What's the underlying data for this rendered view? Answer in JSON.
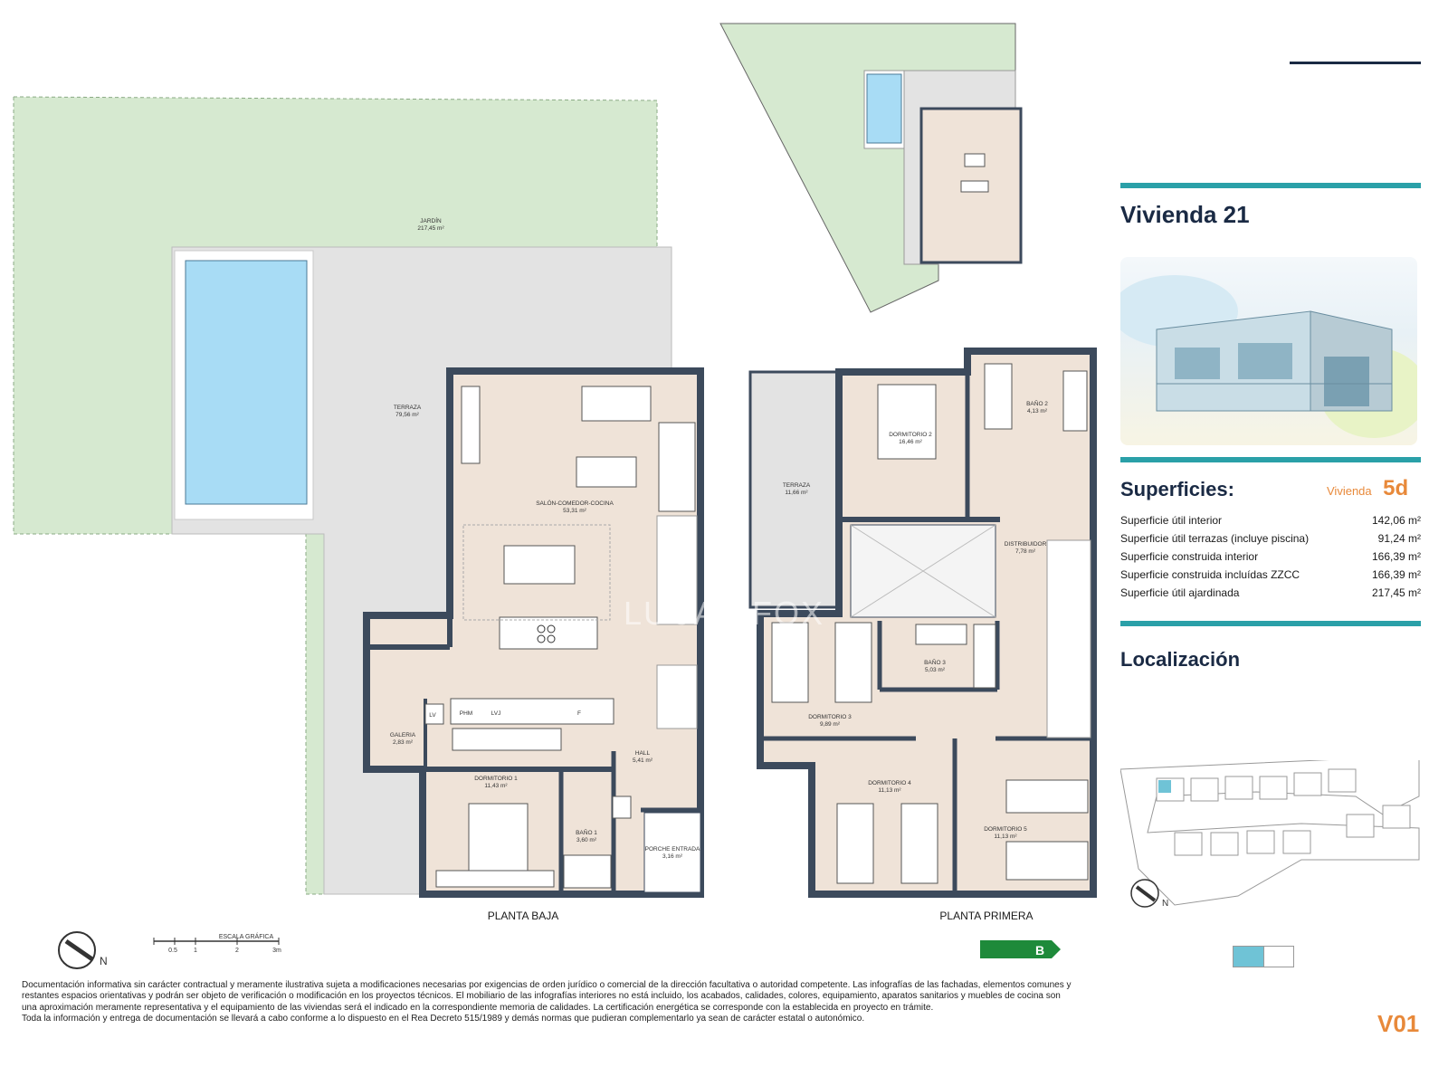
{
  "floor_plans": {
    "ground_label": "PLANTA BAJA",
    "first_label": "PLANTA PRIMERA",
    "rooms_ground": [
      {
        "name": "JARDÍN",
        "area": "217,45 m²"
      },
      {
        "name": "TERRAZA",
        "area": "79,56 m²"
      },
      {
        "name": "SALÓN-COMEDOR-COCINA",
        "area": "53,31 m²"
      },
      {
        "name": "GALERIA",
        "area": "2,83 m²"
      },
      {
        "name": "DORMITORIO 1",
        "area": "11,43 m²"
      },
      {
        "name": "BAÑO 1",
        "area": "3,60 m²"
      },
      {
        "name": "HALL",
        "area": "5,41 m²"
      },
      {
        "name": "PORCHE ENTRADA",
        "area": "3,16 m²"
      }
    ],
    "rooms_first": [
      {
        "name": "TERRAZA",
        "area": "11,66 m²"
      },
      {
        "name": "DORMITORIO 2",
        "area": "16,46 m²"
      },
      {
        "name": "BAÑO 2",
        "area": "4,13 m²"
      },
      {
        "name": "DISTRIBUIDOR",
        "area": "7,78 m²"
      },
      {
        "name": "BAÑO 3",
        "area": "5,03 m²"
      },
      {
        "name": "DORMITORIO 3",
        "area": "9,89 m²"
      },
      {
        "name": "DORMITORIO 4",
        "area": "11,13 m²"
      },
      {
        "name": "DORMITORIO 5",
        "area": "11,13 m²"
      }
    ],
    "appliances": [
      "LV",
      "PHM",
      "LVJ",
      "F"
    ]
  },
  "scale": {
    "title": "ESCALA GRÁFICA",
    "ticks": [
      "0.5",
      "1",
      "2",
      "3m"
    ]
  },
  "north_label": "N",
  "energy_rating": "B",
  "watermark": "LUCAS FOX",
  "panel": {
    "title": "Vivienda 21",
    "areas_heading": "Superficies:",
    "type_label": "Vivienda",
    "type_value": "5d",
    "areas": [
      {
        "label": "Superficie útil interior",
        "value": "142,06 m²"
      },
      {
        "label": "Superficie útil terrazas (incluye piscina)",
        "value": "91,24 m²"
      },
      {
        "label": "Superficie construida interior",
        "value": "166,39 m²"
      },
      {
        "label": "Superficie construida incluídas ZZCC",
        "value": "166,39 m²"
      },
      {
        "label": "Superficie útil ajardinada",
        "value": "217,45 m²"
      }
    ],
    "location_heading": "Localización",
    "version": "V01"
  },
  "disclaimer": "Documentación informativa sin carácter contractual y meramente ilustrativa sujeta a modificaciones necesarias por exigencias de orden jurídico o comercial de la dirección facultativa o autoridad competente. Las infografías de las fachadas, elementos comunes y restantes espacios orientativas y podrán ser objeto de verificación o modificación en los proyectos técnicos. El mobiliario de las infografías interiores no está incluido, los acabados, calidades, colores, equipamiento, aparatos sanitarios y muebles de cocina son una aproximación meramente representativa y el equipamiento de las viviendas será el indicado en la correspondiente memoria de calidades. La certificación energética se corresponde con la establecida en proyecto en trámite.",
  "disclaimer2": "Toda la información y entrega de documentación se llevará a cabo conforme a lo dispuesto en el Rea Decreto 515/1989 y demás normas que pudieran complementarlo ya sean de carácter estatal o autonómico.",
  "colors": {
    "wall": "#3c4a5c",
    "floor": "#efe3d8",
    "garden": "#d6e9d0",
    "terrace": "#e3e3e3",
    "pool": "#a8dcf5",
    "accent": "#2aa0a8",
    "orange": "#e8893a"
  }
}
